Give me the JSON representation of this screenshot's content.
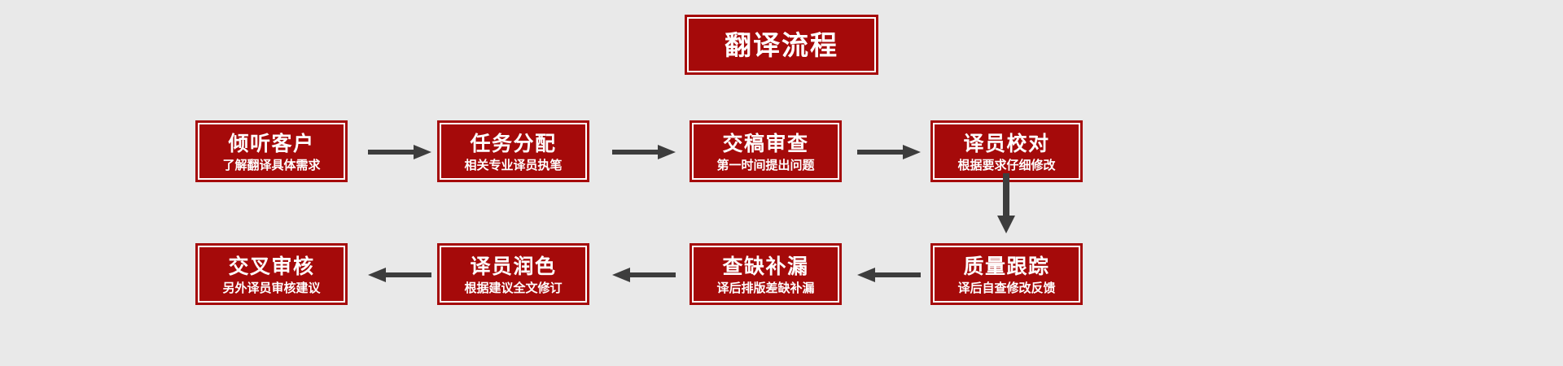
{
  "diagram": {
    "title": "翻译流程",
    "background_color": "#e9e9e9",
    "box_color": "#a50a0a",
    "box_border_inner_color": "#ffffff",
    "text_color": "#ffffff",
    "arrow_color": "#3d3d3d",
    "steps": [
      {
        "id": 1,
        "title": "倾听客户",
        "subtitle": "了解翻译具体需求"
      },
      {
        "id": 2,
        "title": "任务分配",
        "subtitle": "相关专业译员执笔"
      },
      {
        "id": 3,
        "title": "交稿审查",
        "subtitle": "第一时间提出问题"
      },
      {
        "id": 4,
        "title": "译员校对",
        "subtitle": "根据要求仔细修改"
      },
      {
        "id": 5,
        "title": "质量跟踪",
        "subtitle": "译后自查修改反馈"
      },
      {
        "id": 6,
        "title": "查缺补漏",
        "subtitle": "译后排版差缺补漏"
      },
      {
        "id": 7,
        "title": "译员润色",
        "subtitle": "根据建议全文修订"
      },
      {
        "id": 8,
        "title": "交叉审核",
        "subtitle": "另外译员审核建议"
      }
    ],
    "connectors": [
      {
        "id": "a1",
        "from": 1,
        "to": 2,
        "direction": "right"
      },
      {
        "id": "a2",
        "from": 2,
        "to": 3,
        "direction": "right"
      },
      {
        "id": "a3",
        "from": 3,
        "to": 4,
        "direction": "right"
      },
      {
        "id": "a4",
        "from": 4,
        "to": 5,
        "direction": "down"
      },
      {
        "id": "a5",
        "from": 5,
        "to": 6,
        "direction": "left"
      },
      {
        "id": "a6",
        "from": 6,
        "to": 7,
        "direction": "left"
      },
      {
        "id": "a7",
        "from": 7,
        "to": 8,
        "direction": "left"
      }
    ]
  }
}
